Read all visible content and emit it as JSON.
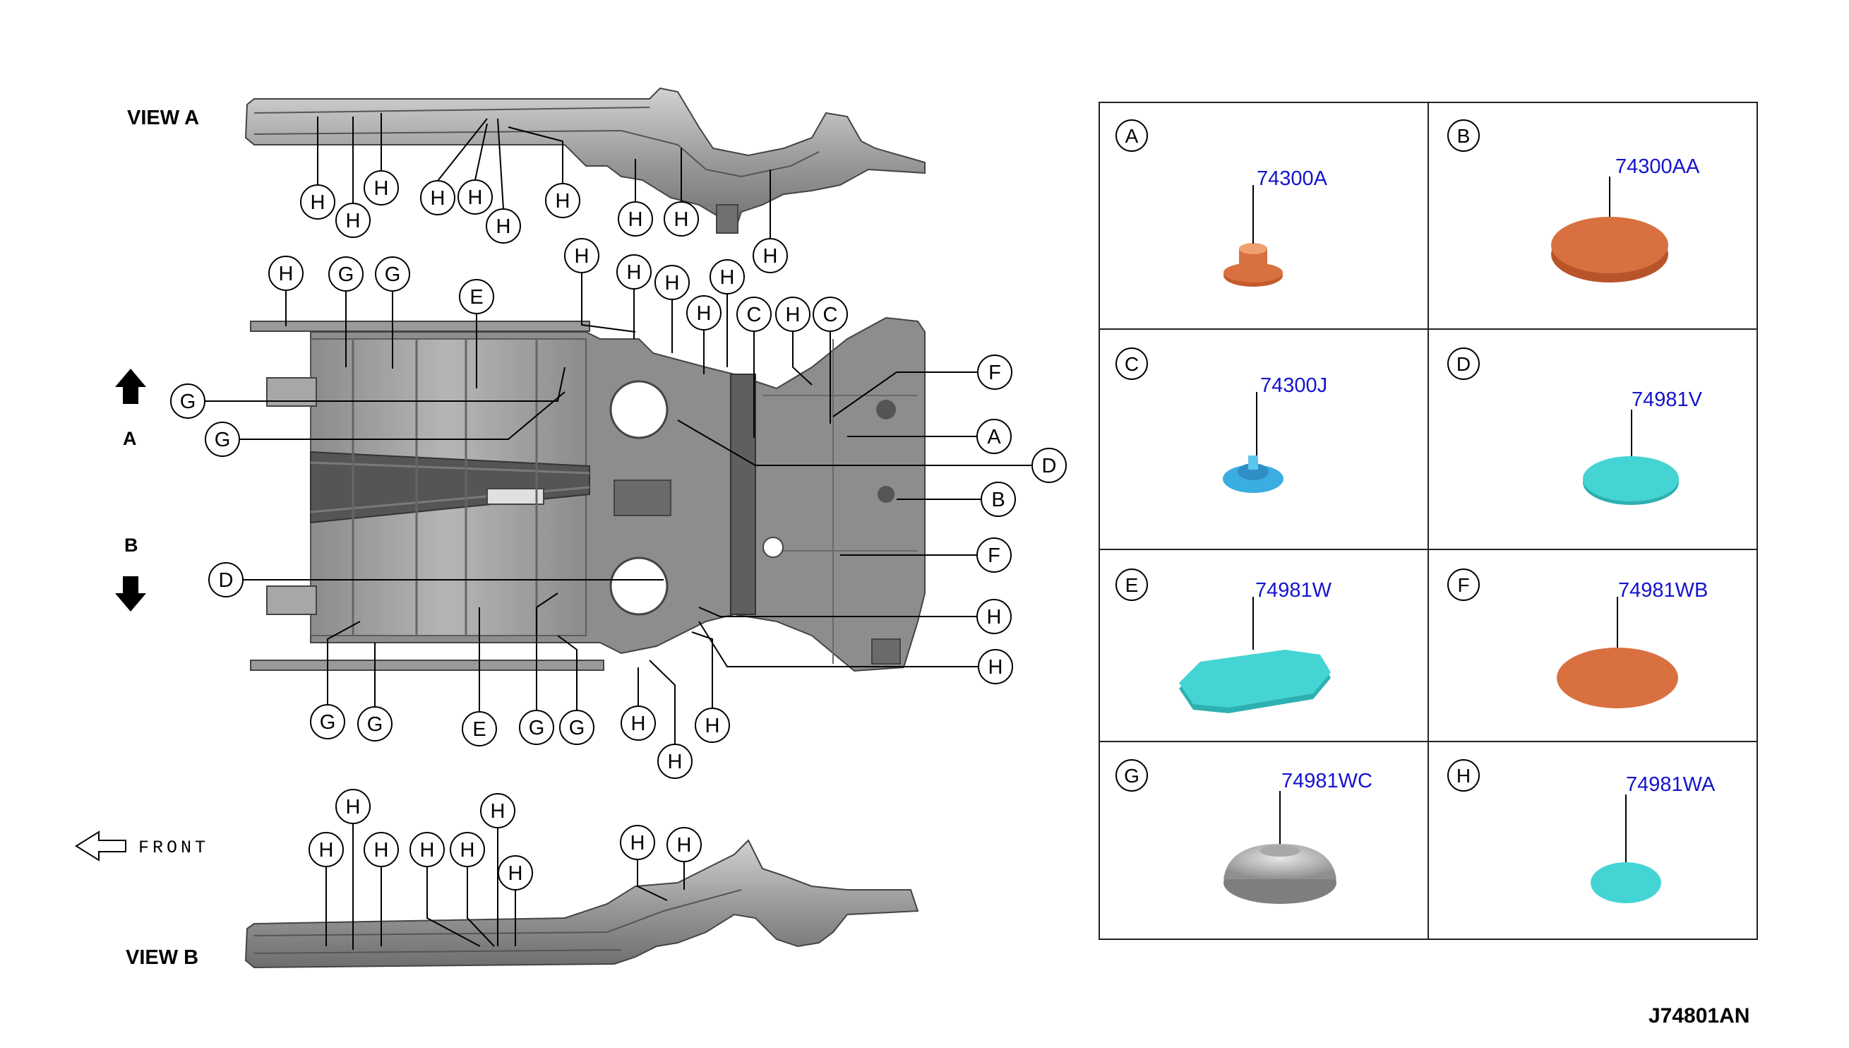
{
  "view_a_label": "VIEW A",
  "view_b_label": "VIEW B",
  "arrow_a_label": "A",
  "arrow_b_label": "B",
  "front_label": "FRONT",
  "diagram_code": "J74801AN",
  "parts": [
    {
      "letter": "A",
      "part_number": "74300A",
      "color": "#d9703f"
    },
    {
      "letter": "B",
      "part_number": "74300AA",
      "color": "#d9703f"
    },
    {
      "letter": "C",
      "part_number": "74300J",
      "color": "#3aaee0"
    },
    {
      "letter": "D",
      "part_number": "74981V",
      "color": "#45d4d4"
    },
    {
      "letter": "E",
      "part_number": "74981W",
      "color": "#45d4d4"
    },
    {
      "letter": "F",
      "part_number": "74981WB",
      "color": "#d9703f"
    },
    {
      "letter": "G",
      "part_number": "74981WC",
      "color": "#c0c0c0"
    },
    {
      "letter": "H",
      "part_number": "74981WA",
      "color": "#45d4d4"
    }
  ],
  "callouts_view_a": [
    "H",
    "H",
    "H",
    "H",
    "H",
    "H",
    "H",
    "H",
    "H",
    "H"
  ],
  "callouts_bottom": [
    "H",
    "G",
    "G",
    "E",
    "H",
    "H",
    "H",
    "H",
    "H",
    "C",
    "H",
    "C",
    "F",
    "A",
    "D",
    "B",
    "F",
    "G",
    "G",
    "D",
    "H",
    "H",
    "G",
    "G",
    "E",
    "G",
    "G",
    "H",
    "H",
    "H"
  ],
  "callouts_view_b": [
    "H",
    "H",
    "H",
    "H",
    "H",
    "H",
    "H",
    "H",
    "H"
  ]
}
